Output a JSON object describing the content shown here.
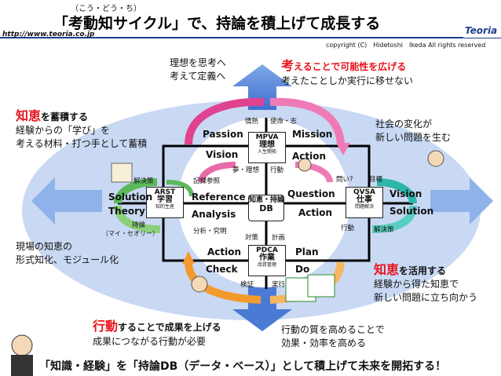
{
  "header": {
    "ruby": "（こう・どう・ち）",
    "title": "「考動知サイクル」で、持論を積上げて成長する",
    "url": "http://www.teoria.co.jp",
    "copyright": "copyright (C)　Hidetoshi　Ikeda All rights reserved",
    "logo": "Teoria"
  },
  "notes": {
    "top_left": [
      "理想を思考へ",
      "考えて定義へ"
    ],
    "top_right_head": "考",
    "top_right_rest": "えることで可能性を広げる",
    "top_right_sub": "考えたことしか実行に移せない",
    "left_head": "知恵",
    "left_rest": "を蓄積する",
    "left_sub": [
      "経験からの「学び」を",
      "考える材料・打つ手として蓄積"
    ],
    "right_top": [
      "社会の変化が",
      "新しい問題を生む"
    ],
    "left_bottom": [
      "現場の知恵の",
      "形式知化、モジュール化"
    ],
    "right_head": "知恵",
    "right_rest": "を活用する",
    "right_sub": [
      "経験から得た知恵で",
      "新しい問題に立ち向かう"
    ],
    "bottom_left_head": "行動",
    "bottom_left_rest": "することで成果を上げる",
    "bottom_left_sub": "成果につながる行動が必要",
    "bottom_right": [
      "行動の質を高めることで",
      "効果・効率を高める"
    ],
    "footer": "「知識・経験」を「持論DB（データ・ベース）」として積上げて未来を開拓する！"
  },
  "center": {
    "db_label": [
      "知恵・持論",
      "DB"
    ],
    "top_box": {
      "title": [
        "MPVA",
        "理想"
      ],
      "sub": "人生開拓"
    },
    "left_box": {
      "title": [
        "ARST",
        "学習"
      ],
      "sub": "知的生産"
    },
    "right_box": {
      "title": [
        "QVSA",
        "仕事"
      ],
      "sub": "問題解決"
    },
    "bottom_box": {
      "title": [
        "PDCA",
        "作業"
      ],
      "sub": "品質管理"
    }
  },
  "words": {
    "passion": "Passion",
    "mission": "Mission",
    "vision": "Vision",
    "action_top": "Action",
    "jounetsu": "情熱",
    "shimei": "使命・志",
    "yume": "夢・理想",
    "koudou1": "行動",
    "solution": "Solution",
    "theory": "Theory",
    "reference": "Reference",
    "analysis": "Analysis",
    "kaiketsu1": "解決策",
    "jiron": "持論",
    "mai_theory": "（マイ・セオリー）",
    "kiroku": "記録参照",
    "bunseki": "分析・究明",
    "question": "Question",
    "action_right": "Action",
    "vision_r": "Vision",
    "solution_r": "Solution",
    "toi": "問い?",
    "mokuhyou": "目標",
    "koudou2": "行動",
    "kaiketsu2": "解決策",
    "action_bottom": "Action",
    "plan": "Plan",
    "check": "Check",
    "do": "Do",
    "taisaku": "対策",
    "keikaku": "計画",
    "kenshou": "検証",
    "jikkou": "実行"
  }
}
